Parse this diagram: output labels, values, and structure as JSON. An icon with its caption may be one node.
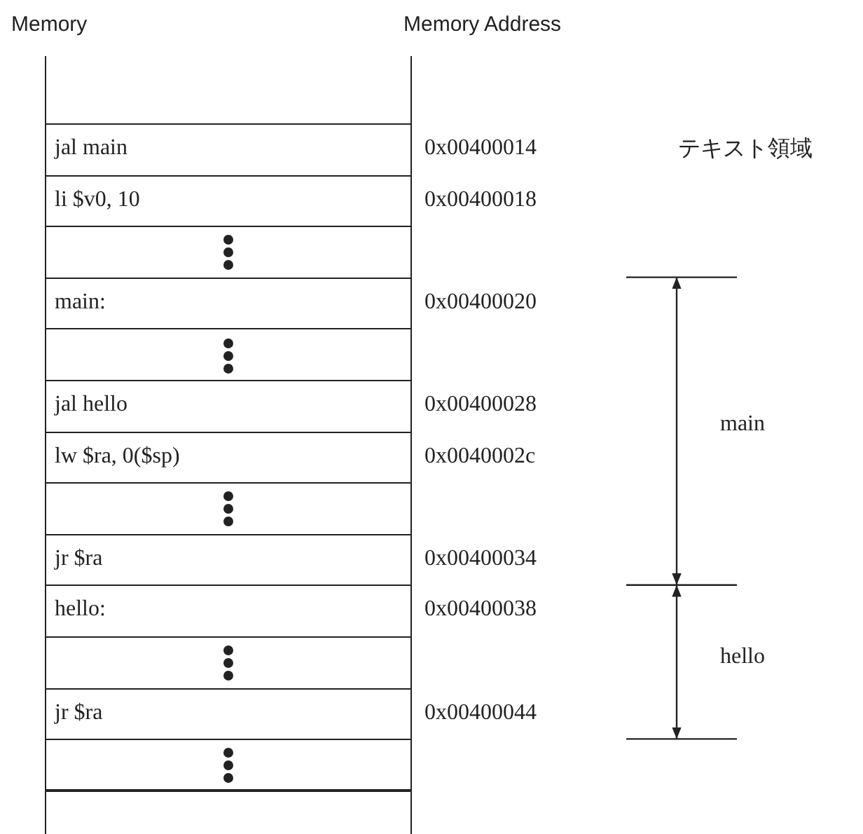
{
  "diagram": {
    "nodes": [
      {
        "text": [],
        "shape": "box"
      },
      {
        "text": [
          "jal main"
        ],
        "beside": [
          "0x00400014"
        ]
      },
      {
        "text": [
          "li $v0, 10"
        ],
        "beside": [
          "0x00400018"
        ]
      },
      {
        "text": [],
        "shape": "box"
      },
      {
        "text": [
          "main:"
        ],
        "beside": [
          "0x00400020"
        ]
      },
      {
        "text": [],
        "shape": "box"
      },
      {
        "text": [
          "jal hello"
        ],
        "beside": [
          "0x00400028"
        ]
      },
      {
        "text": [
          "lw $ra, 0($sp)"
        ],
        "beside": [
          "0x0040002c"
        ]
      },
      {
        "text": [],
        "shape": "box"
      },
      {
        "text": [
          "jr $ra"
        ],
        "beside": [
          "0x00400034"
        ]
      },
      {
        "text": [
          "hello:"
        ],
        "beside": [
          "0x00400038"
        ]
      },
      {
        "text": [],
        "shape": "box"
      },
      {
        "text": [
          "jr $ra"
        ],
        "beside": [
          "0x00400044"
        ]
      },
      {
        "text": [],
        "shape": "box"
      },
      {
        "text": [],
        "shape": "box"
      }
    ],
    "labels": [
      "Memory",
      "Memory Address",
      "テキスト領域",
      "main",
      "hello"
    ]
  }
}
